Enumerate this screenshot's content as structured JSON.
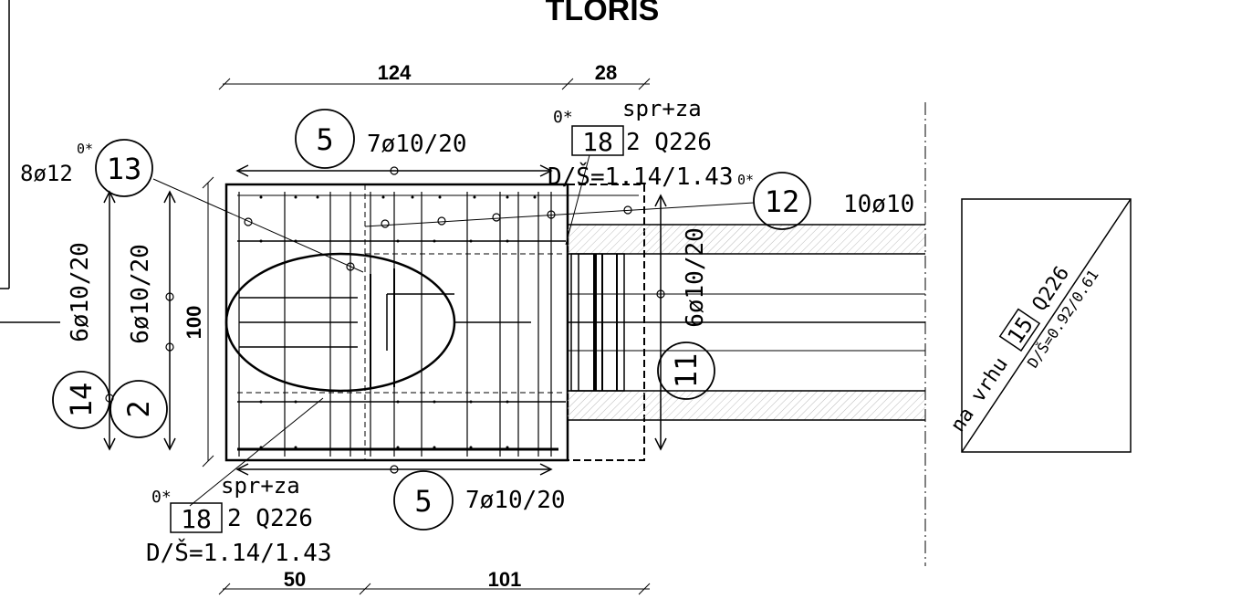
{
  "title": "TLORIS",
  "dims": {
    "top_left": "124",
    "top_right": "28",
    "bottom_left": "50",
    "bottom_right": "101",
    "height": "100"
  },
  "marks": {
    "m13": "13",
    "m12": "12",
    "m14": "14",
    "m2": "2",
    "m11": "11",
    "m5_top": "5",
    "m5_bottom": "5",
    "m18_top": "18",
    "m18_bottom": "18",
    "m15": "15"
  },
  "labels": {
    "bars_8012": "8ø12",
    "zero_13": "0*",
    "bars_7010_top": "7ø10/20",
    "bars_7010_bottom": "7ø10/20",
    "spr_top": "spr+za",
    "zero_top": "0*",
    "q226_top": "2  Q226",
    "ds_top": "D/Š=1.14/1.43",
    "zero_12": "0*",
    "bars_10010": "10ø10",
    "bars_6010_a": "6ø10/20",
    "bars_6010_b": "6ø10/20",
    "bars_6010_c": "6ø10/20",
    "spr_bottom": "spr+za",
    "zero_bottom": "0*",
    "q226_bottom": "2  Q226",
    "ds_bottom": "D/Š=1.14/1.43",
    "detail_na_vrhu": "na vrhu",
    "detail_q226": "Q226",
    "detail_ds": "D/Š=0.92/0.61"
  }
}
